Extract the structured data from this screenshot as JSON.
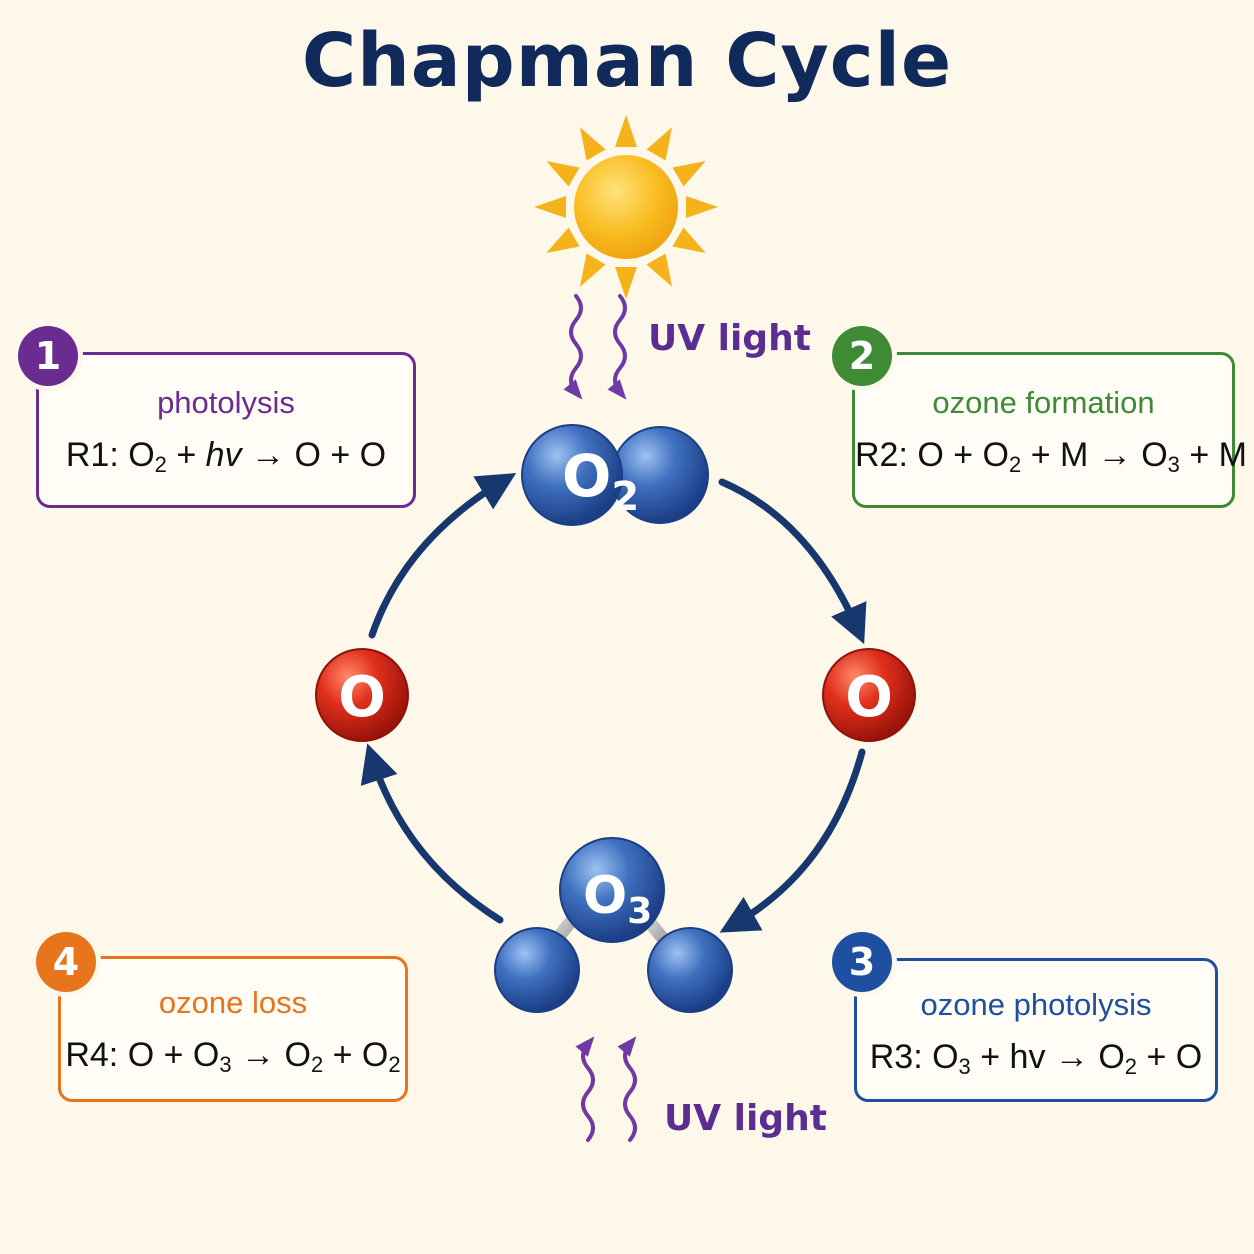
{
  "title": "Chapman Cycle",
  "uv_label": "UV light",
  "molecules": {
    "o2": "O",
    "o2_sub": "2",
    "o3": "O",
    "o3_sub": "3",
    "atom": "O"
  },
  "reactions": [
    {
      "number": "1",
      "name": "photolysis",
      "color": "#6a2c91",
      "equation": [
        {
          "t": "R1: O"
        },
        {
          "s": "2"
        },
        {
          "t": " + "
        },
        {
          "i": "hv"
        },
        {
          "t": " → O + O"
        }
      ]
    },
    {
      "number": "2",
      "name": "ozone formation",
      "color": "#3f8a35",
      "equation": [
        {
          "t": "R2: O + O"
        },
        {
          "s": "2"
        },
        {
          "t": " + M → O"
        },
        {
          "s": "3"
        },
        {
          "t": " + M"
        }
      ]
    },
    {
      "number": "3",
      "name": "ozone photolysis",
      "color": "#1f4fa0",
      "equation": [
        {
          "t": "R3: O"
        },
        {
          "s": "3"
        },
        {
          "t": " + hv → O"
        },
        {
          "s": "2"
        },
        {
          "t": " + O"
        }
      ]
    },
    {
      "number": "4",
      "name": "ozone loss",
      "color": "#e8741b",
      "equation": [
        {
          "t": "R4: O + O"
        },
        {
          "s": "3"
        },
        {
          "t": " → O"
        },
        {
          "s": "2"
        },
        {
          "t": " + O"
        },
        {
          "s": "2"
        }
      ]
    }
  ],
  "colors": {
    "arrow": "#17386e",
    "uv_wave": "#6f3aa8",
    "molecule_blue": "#2f5fb0",
    "atom_red": "#d42b1e",
    "sun": "#f6b21a",
    "background": "#fdf8e9"
  }
}
